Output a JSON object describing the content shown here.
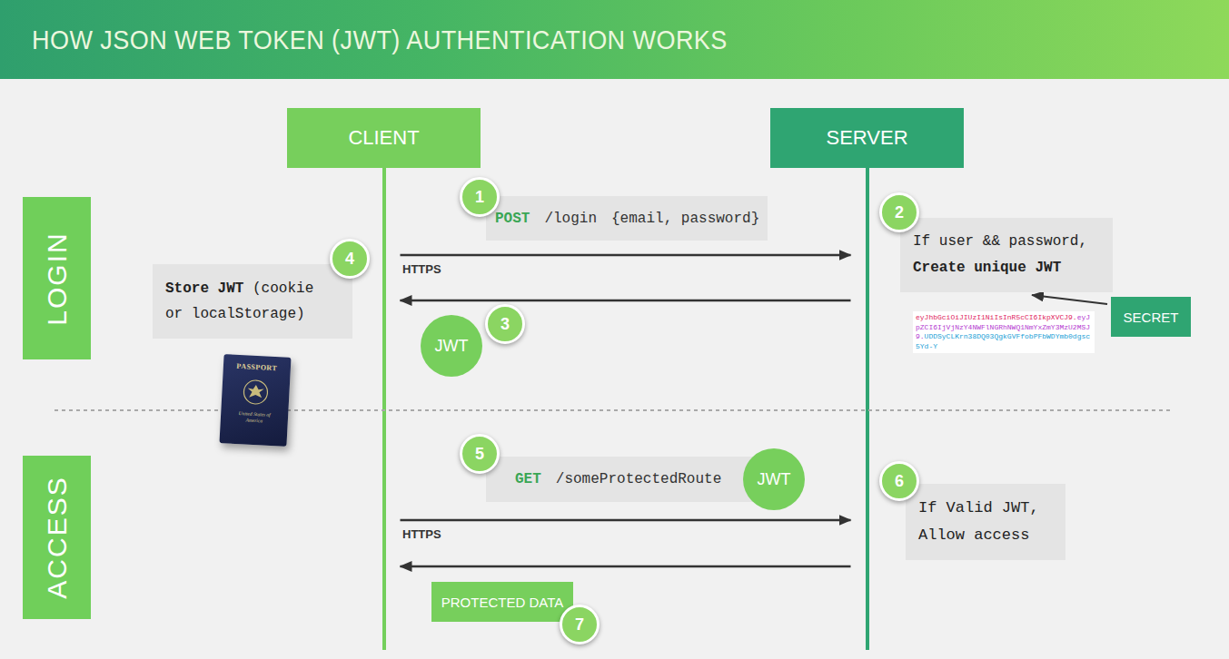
{
  "diagram": {
    "title": "HOW JSON WEB TOKEN (JWT) AUTHENTICATION WORKS",
    "nodes": [
      {
        "text": [
          "CLIENT"
        ]
      },
      {
        "text": [
          "SERVER"
        ]
      },
      {
        "text": [
          "LOGIN"
        ]
      },
      {
        "text": [
          "ACCESS"
        ]
      },
      {
        "text": [
          "1"
        ]
      },
      {
        "text": [
          "POST",
          "/login",
          "{email, password}"
        ]
      },
      {
        "text": [
          "2"
        ]
      },
      {
        "text": [
          "If user && password,",
          "Create unique JWT"
        ]
      },
      {
        "text": [
          "SECRET"
        ]
      },
      {
        "text": [
          "4"
        ]
      },
      {
        "text": [
          "Store JWT",
          "(cookie or localStorage)"
        ]
      },
      {
        "text": [
          "3"
        ]
      },
      {
        "text": [
          "JWT"
        ]
      },
      {
        "text": [
          "5"
        ]
      },
      {
        "text": [
          "GET",
          "/someProtectedRoute"
        ]
      },
      {
        "text": [
          "JWT"
        ]
      },
      {
        "text": [
          "6"
        ]
      },
      {
        "text": [
          "If Valid JWT,",
          "Allow access"
        ]
      },
      {
        "text": [
          "PROTECTED DATA"
        ]
      },
      {
        "text": [
          "7"
        ]
      }
    ],
    "edges": [
      {
        "from": 0,
        "to": 1,
        "arrow": "to"
      },
      {
        "from": 1,
        "to": 0,
        "arrow": "to"
      },
      {
        "from": 8,
        "to": 7,
        "arrow": "to"
      },
      {
        "from": 0,
        "to": 1,
        "arrow": "to"
      },
      {
        "from": 1,
        "to": 0,
        "arrow": "to"
      }
    ],
    "labels": [
      "HTTPS",
      "eyJhbGciOiJIUzI1NiIsInR5cCI6IkpXVCJ9.",
      "eyJpZCI6IjVjNzY4NWFlNGRhNWQ1NmYxZmY3MzU2MSJ9.",
      "UDDSyCLKrn38DQ03QgkGVFfobPFbWDYmb0dgsc5Yd-Y",
      "PASSPORT",
      "United States of America",
      "HTTPS"
    ]
  }
}
